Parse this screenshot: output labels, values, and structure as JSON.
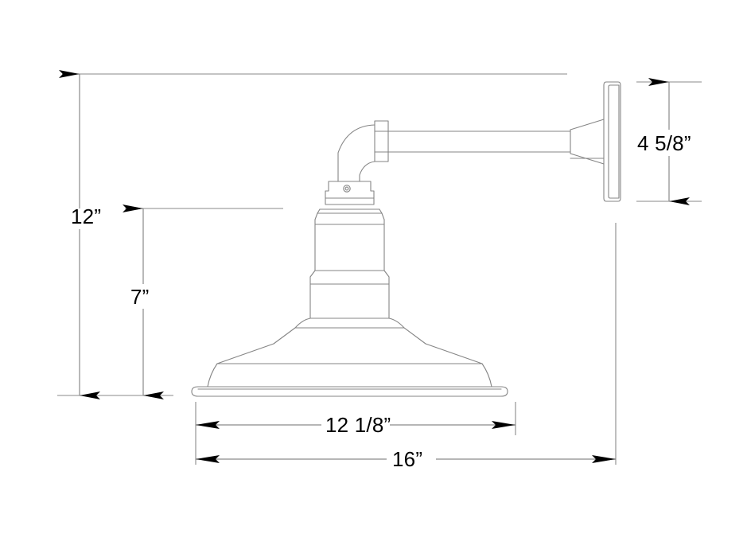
{
  "drawing": {
    "title": "Barn light wall sconce dimension drawing",
    "background_color": "#ffffff",
    "line_color": "#808080",
    "dimension_line_color": "#7a7a7a",
    "arrow_color": "#000000",
    "text_color": "#000000",
    "units": "inches"
  },
  "dimensions": {
    "height_overall": {
      "label": "12”",
      "value": 12,
      "unit": "in",
      "orientation": "vertical",
      "description": "Overall height from top reference line to shade bottom rim"
    },
    "shade_height": {
      "label": "7”",
      "value": 7,
      "unit": "in",
      "orientation": "vertical",
      "description": "Shade height from fitter top to shade bottom rim"
    },
    "wall_plate_height": {
      "label": "4 5/8”",
      "value": 4.625,
      "unit": "in",
      "orientation": "vertical",
      "description": "Wall mounting plate height"
    },
    "shade_diameter": {
      "label": "12 1/8”",
      "value": 12.125,
      "unit": "in",
      "orientation": "horizontal",
      "description": "Shade outer diameter"
    },
    "extension_overall": {
      "label": "16”",
      "value": 16,
      "unit": "in",
      "orientation": "horizontal",
      "description": "Overall extension from wall to shade front edge"
    }
  },
  "fixture_parts": [
    {
      "name": "wall-mount-plate"
    },
    {
      "name": "tapered-collar"
    },
    {
      "name": "straight-arm"
    },
    {
      "name": "elbow-collar"
    },
    {
      "name": "elbow-bend"
    },
    {
      "name": "socket-housing"
    },
    {
      "name": "socket-screw"
    },
    {
      "name": "shade-neck"
    },
    {
      "name": "shade-fitter"
    },
    {
      "name": "shade-dome"
    },
    {
      "name": "shade-rim"
    }
  ]
}
